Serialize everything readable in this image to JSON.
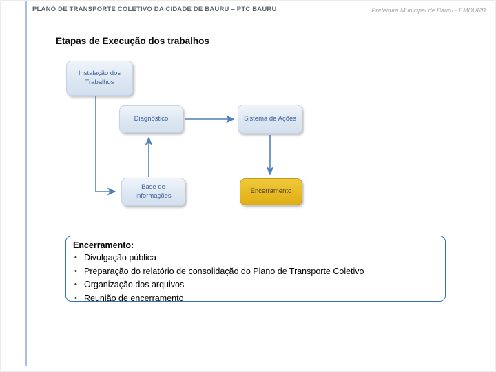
{
  "header": {
    "left_title": "PLANO DE TRANSPORTE COLETIVO DA CIDADE DE BAURU – PTC BAURU",
    "right_title": "Prefeitura Municipal de Bauru - EMDURB"
  },
  "slide": {
    "title": "Etapas de Execução dos trabalhos"
  },
  "flowchart": {
    "nodes": {
      "instalacao": {
        "label": "Instalação dos Trabalhos"
      },
      "diagnostico": {
        "label": "Diagnóstico"
      },
      "sistema_acoes": {
        "label": "Sistema de Ações"
      },
      "base_informacoes": {
        "label": "Base de Informações"
      },
      "encerramento": {
        "label": "Encerramento"
      }
    },
    "edges": [
      {
        "from": "instalacao",
        "to": "base_informacoes",
        "style": "elbow-down-right"
      },
      {
        "from": "base_informacoes",
        "to": "diagnostico",
        "style": "straight-up"
      },
      {
        "from": "diagnostico",
        "to": "sistema_acoes",
        "style": "straight-right"
      },
      {
        "from": "sistema_acoes",
        "to": "encerramento",
        "style": "straight-down"
      }
    ]
  },
  "closing_box": {
    "heading": "Encerramento:",
    "bullets": [
      "Divulgação pública",
      "Preparação do relatório de consolidação do Plano de Transporte Coletivo",
      "Organização dos arquivos",
      "Reunião de encerramento"
    ]
  },
  "colors": {
    "accent_blue": "#4F81BD",
    "node_fill": "#DCE6F2",
    "node_border": "#C3D3E8",
    "node_text": "#3F5F91",
    "highlight_fill": "#E7B822",
    "highlight_border": "#C79C20",
    "highlight_text": "#4A4124",
    "closing_border": "#2E74B5",
    "header_text": "#5A6570",
    "subheader_text": "#A6A6A6",
    "accent_line": "#A8C0DC"
  }
}
